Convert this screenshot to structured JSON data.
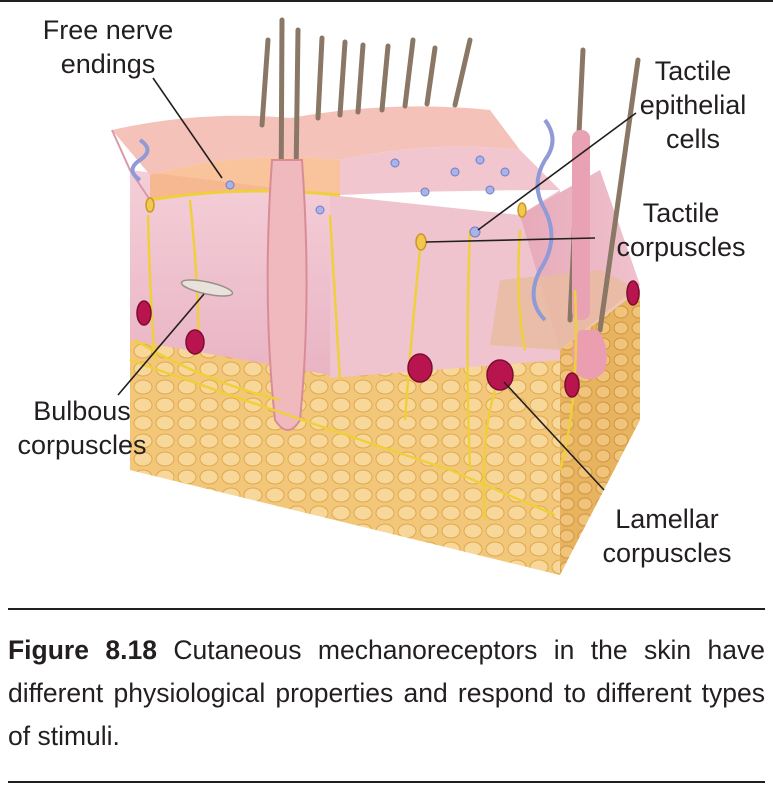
{
  "labels": {
    "free_nerve": [
      "Free nerve",
      "endings"
    ],
    "tactile_epithelial": [
      "Tactile",
      "epithelial",
      "cells"
    ],
    "tactile_corpuscles": [
      "Tactile",
      "corpuscles"
    ],
    "bulbous": [
      "Bulbous",
      "corpuscles"
    ],
    "lamellar": [
      "Lamellar",
      "corpuscles"
    ]
  },
  "caption": {
    "figure_number": "Figure 8.18",
    "text": " Cutaneous mechanoreceptors in the skin have different physiological properties and respond to different types of stimuli."
  },
  "colors": {
    "epidermis": "#f2b8b0",
    "dermis": "#f0c6cf",
    "hypodermis_fat": "#f3c779",
    "nerve": "#f0cf3c",
    "corpuscle": "#b8154e",
    "hair": "#8a7766"
  }
}
